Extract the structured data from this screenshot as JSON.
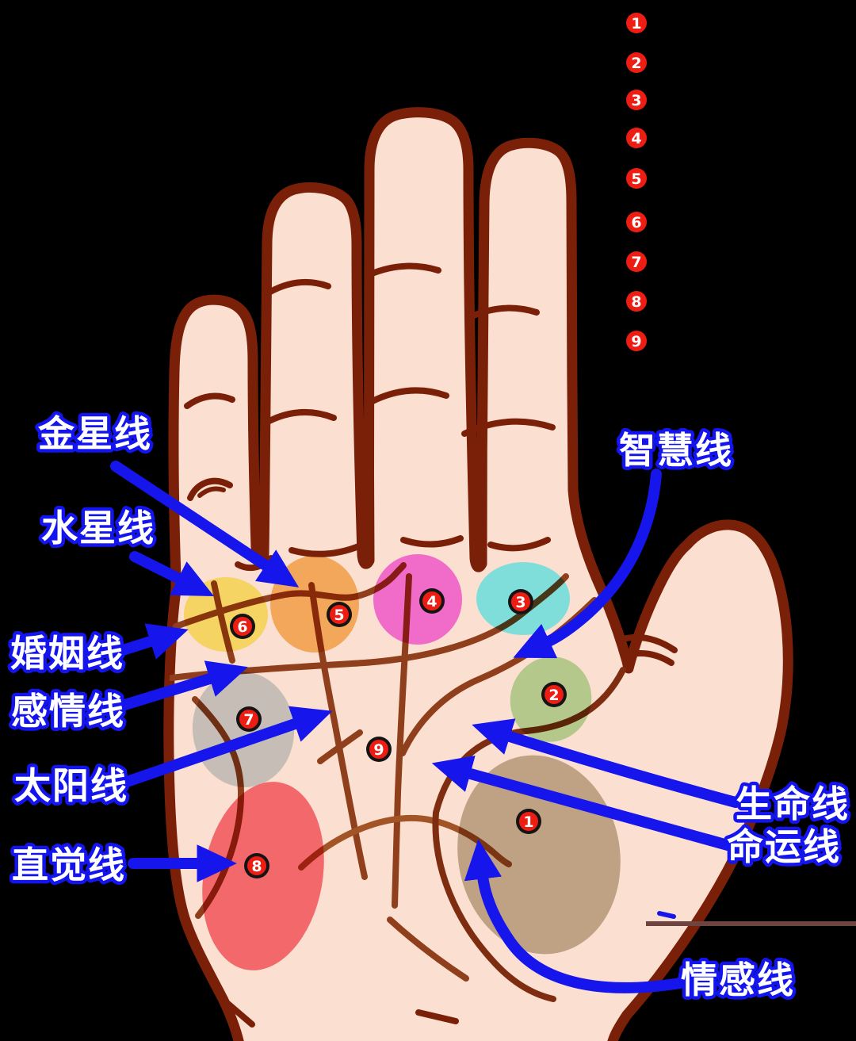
{
  "diagram": {
    "kind": "palmistry-hand-diagram",
    "labels": {
      "venus": "金星线",
      "mercury": "水星线",
      "marriage": "婚姻线",
      "feeling": "感情线",
      "sun": "太阳线",
      "intuition": "直觉线",
      "wisdom": "智慧线",
      "life": "生命线",
      "fate": "命运线",
      "emotion": "情感线"
    },
    "legend_numbers": [
      {
        "number": "1"
      },
      {
        "number": "2"
      },
      {
        "number": "3"
      },
      {
        "number": "4"
      },
      {
        "number": "5"
      },
      {
        "number": "6"
      },
      {
        "number": "7"
      },
      {
        "number": "8"
      },
      {
        "number": "9"
      }
    ],
    "palm_markers": [
      {
        "number": "1"
      },
      {
        "number": "2"
      },
      {
        "number": "3"
      },
      {
        "number": "4"
      },
      {
        "number": "5"
      },
      {
        "number": "6"
      },
      {
        "number": "7"
      },
      {
        "number": "8"
      },
      {
        "number": "9"
      }
    ],
    "regions": [
      {
        "marker": "1",
        "color": "#bfa184"
      },
      {
        "marker": "2",
        "color": "#b5c88c"
      },
      {
        "marker": "3",
        "color": "#7fdeda"
      },
      {
        "marker": "4",
        "color": "#f16cc9"
      },
      {
        "marker": "5",
        "color": "#f3a75b"
      },
      {
        "marker": "6",
        "color": "#f5d464"
      },
      {
        "marker": "7",
        "color": "#c6beb6"
      },
      {
        "marker": "8",
        "color": "#f2686b"
      }
    ],
    "colors": {
      "background": "#000000",
      "skin": "#fbdfd0",
      "outline": "#7b2008",
      "palm_line": "#8f3f1c",
      "life_line": "#7f2d10",
      "emotion_line": "#a35426",
      "crease": "#7b2008",
      "arrow_blue": "#1515ec",
      "label_fill": "#ffffff",
      "label_stroke": "#1414ee",
      "marker_red": "#ee1d13",
      "marker_ring": "#141414",
      "number_white": "#ffffff",
      "separator": "#6f4340"
    }
  }
}
